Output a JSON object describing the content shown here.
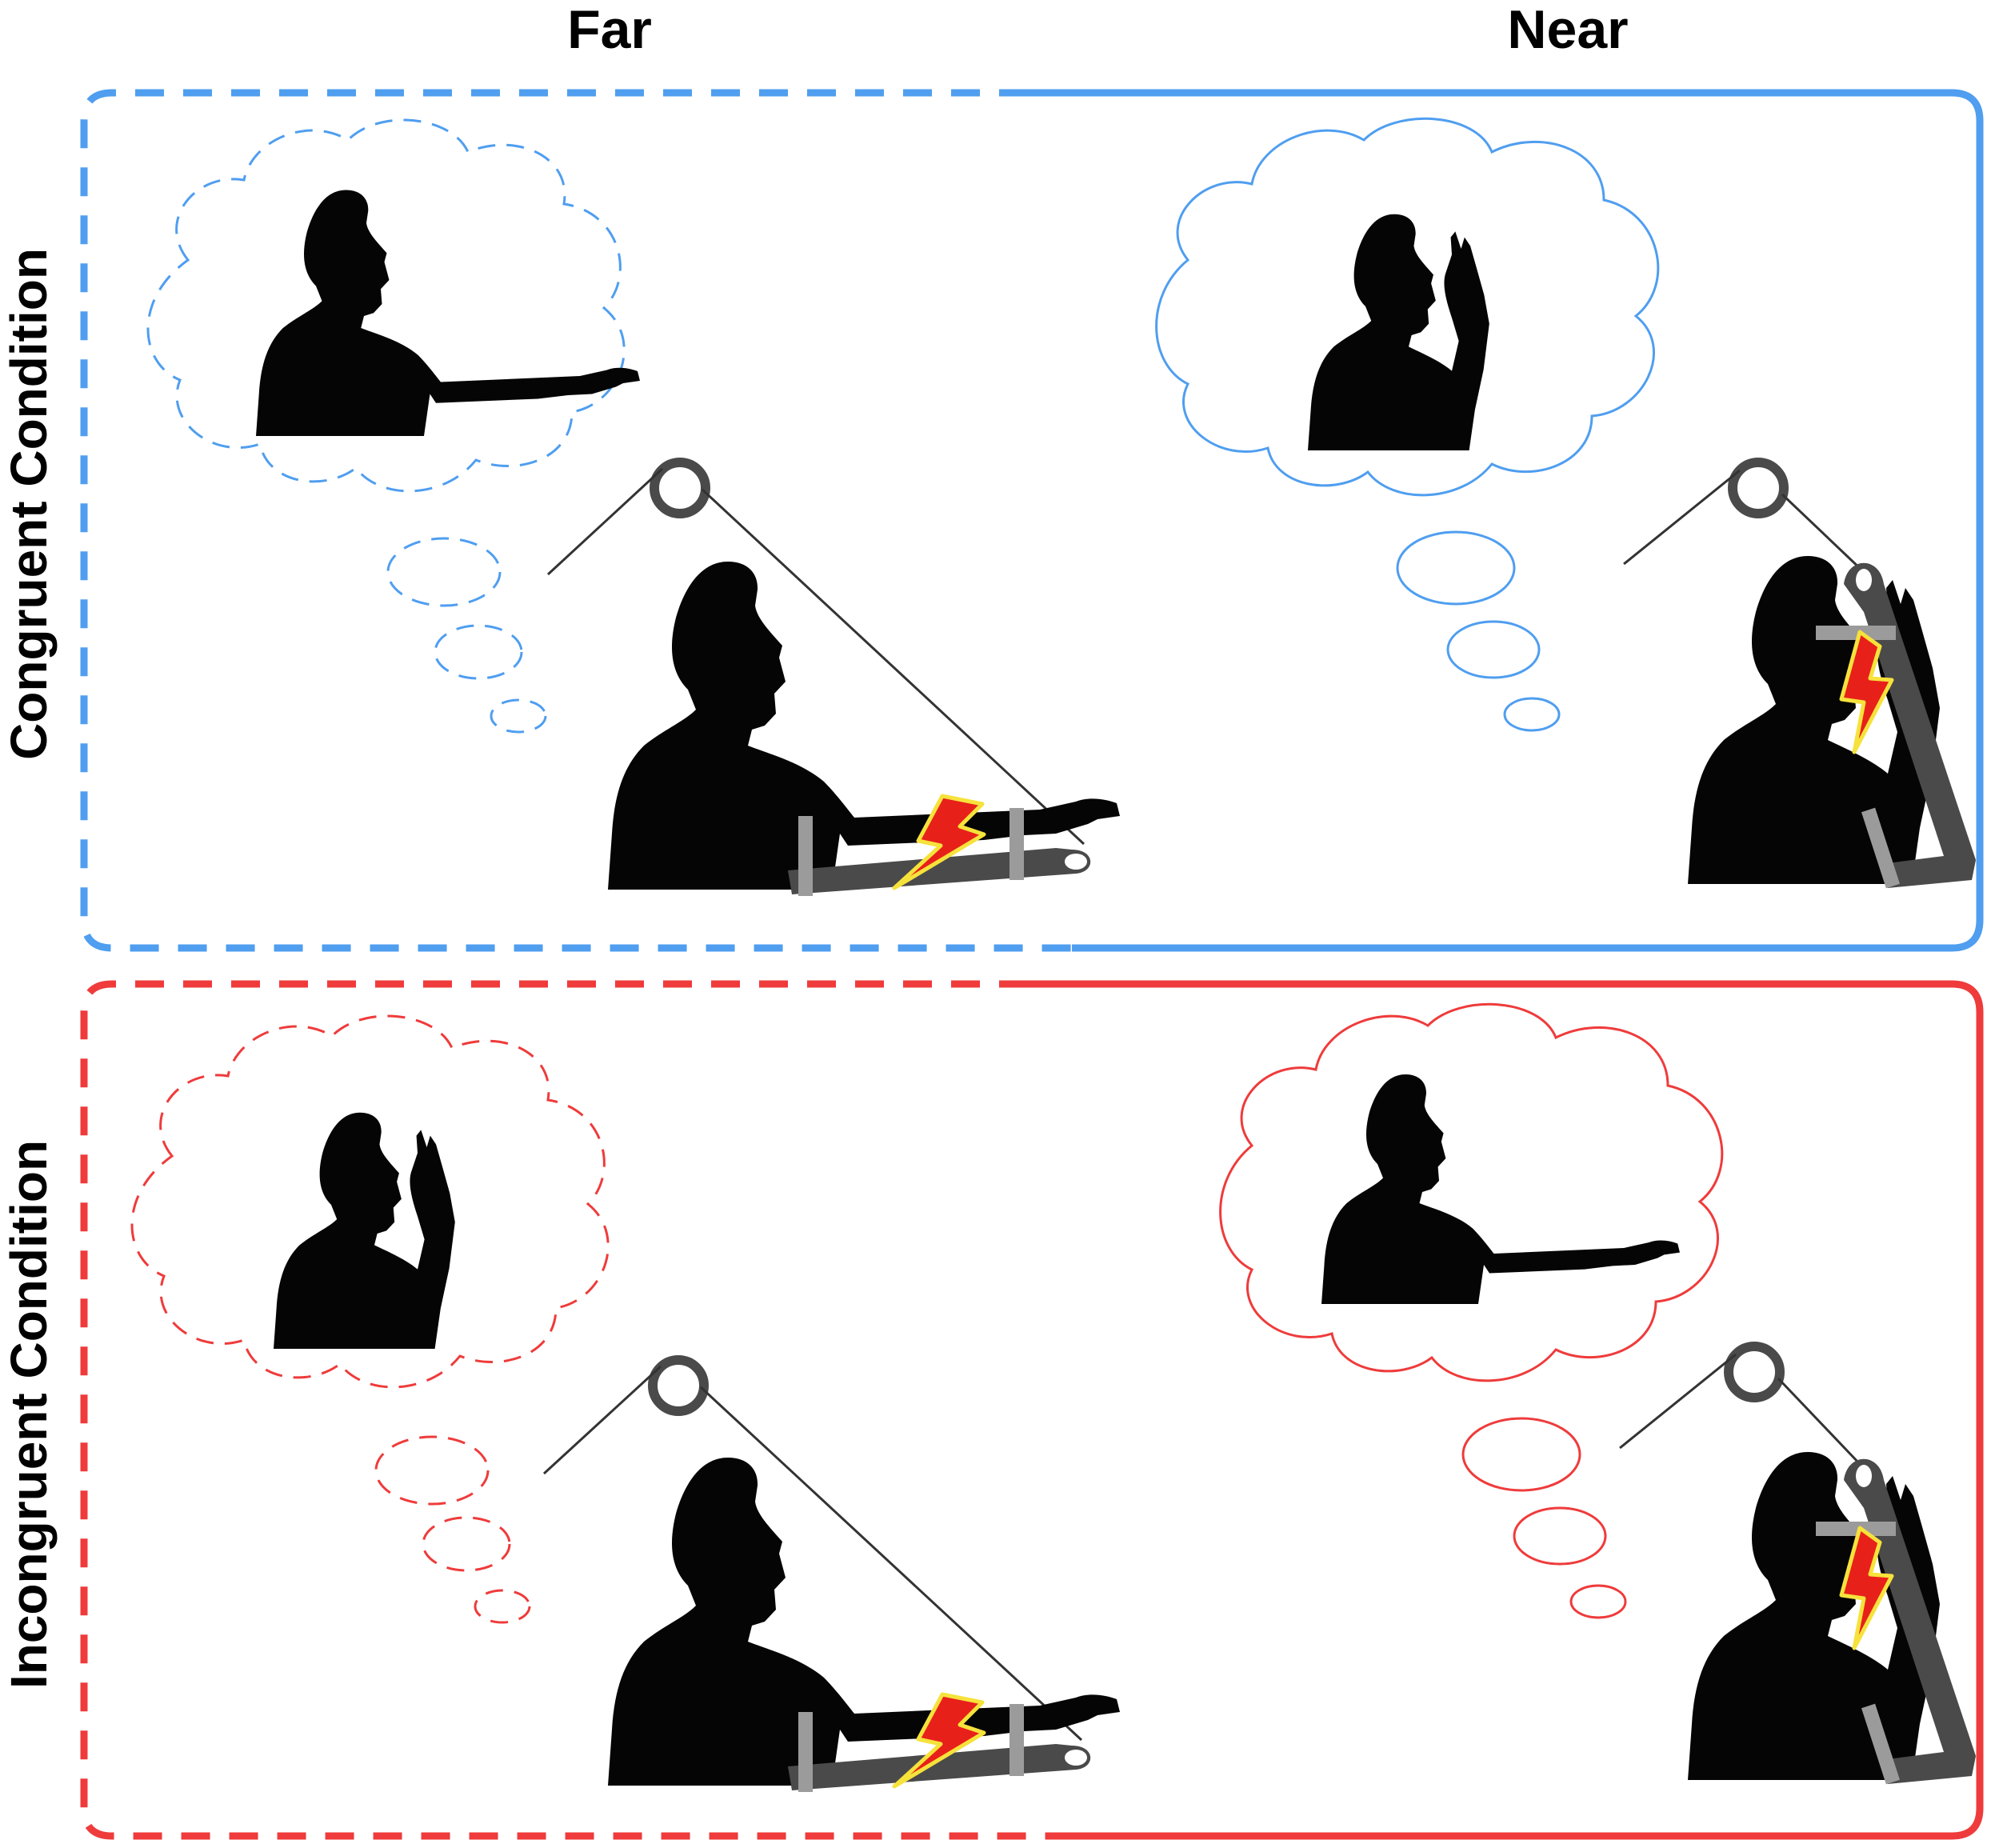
{
  "columns": {
    "far": "Far",
    "near": "Near"
  },
  "rows": {
    "congruent": "Congruent Condition",
    "incongruent": "Incongruent Condition"
  },
  "colors": {
    "congruent": "#4f9ef0",
    "incongruent": "#ef3b3b"
  },
  "panels": [
    {
      "row": "congruent",
      "column": "far",
      "border": "dashed",
      "imagined_posture": "arm-extended",
      "actual_posture": "arm-extended",
      "stimulus": "lightning-bolt"
    },
    {
      "row": "congruent",
      "column": "near",
      "border": "solid",
      "imagined_posture": "hand-near-face",
      "actual_posture": "hand-near-face",
      "stimulus": "lightning-bolt"
    },
    {
      "row": "incongruent",
      "column": "far",
      "border": "dashed",
      "imagined_posture": "hand-near-face",
      "actual_posture": "arm-extended",
      "stimulus": "lightning-bolt"
    },
    {
      "row": "incongruent",
      "column": "near",
      "border": "solid",
      "imagined_posture": "arm-extended",
      "actual_posture": "hand-near-face",
      "stimulus": "lightning-bolt"
    }
  ]
}
